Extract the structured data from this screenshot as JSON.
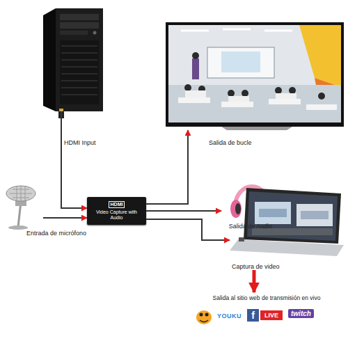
{
  "diagram": {
    "nodes": [
      {
        "text": []
      },
      {
        "text": []
      },
      {
        "text": []
      },
      {
        "text": [
          "HDMI",
          "Video Capture with Audio"
        ]
      },
      {
        "text": [
          "Salida de Audio"
        ]
      },
      {
        "text": [
          "Captura de video"
        ]
      },
      {
        "text": [
          "Salida al sitio web de transmisión en vivo"
        ]
      }
    ],
    "edges": [
      {
        "from": 0,
        "to": 3,
        "label": "HDMI Input",
        "arrow": "to"
      },
      {
        "from": 3,
        "to": 1,
        "label": "Salida de bucle",
        "arrow": "to"
      },
      {
        "from": 2,
        "to": 3,
        "label": "Entrada de micrófono",
        "arrow": "to"
      },
      {
        "from": 3,
        "to": 4,
        "arrow": "to"
      },
      {
        "from": 3,
        "to": 5,
        "arrow": "to"
      },
      {
        "from": 5,
        "to": 6,
        "arrow": "to"
      }
    ],
    "labels": [
      "YOUKU",
      "f",
      "LIVE",
      "twitch"
    ]
  }
}
